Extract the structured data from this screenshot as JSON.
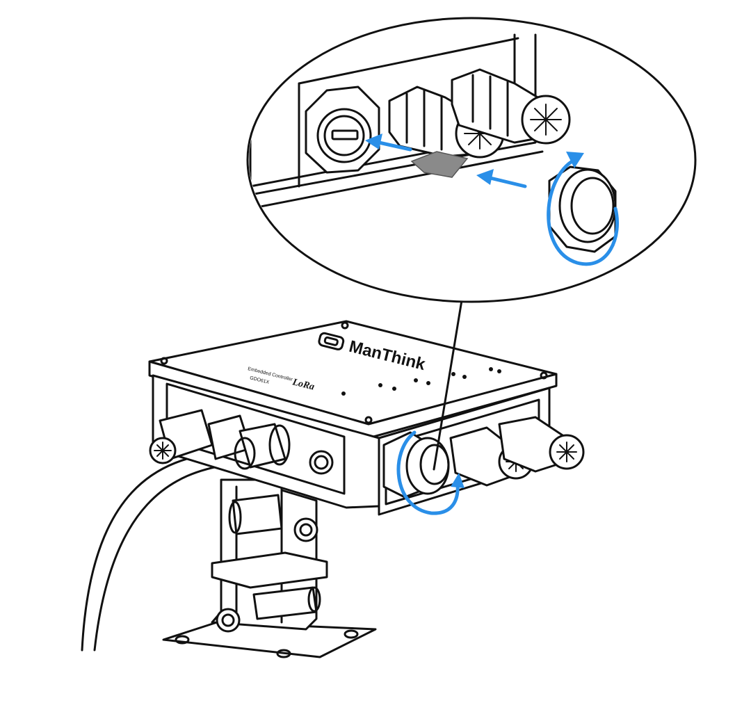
{
  "figure": {
    "brand_label": "ManThink",
    "product_line_1": "Embedded Controller",
    "product_line_2": "GDO61X",
    "small_mark": "LoRa"
  },
  "colors": {
    "line": "#111111",
    "accent": "#2a8fe8",
    "sd_card": "#8a8a8a",
    "background": "#ffffff"
  },
  "icons": [
    "sd-card-icon",
    "insert-arrow-icon",
    "rotate-arrow-icon"
  ]
}
